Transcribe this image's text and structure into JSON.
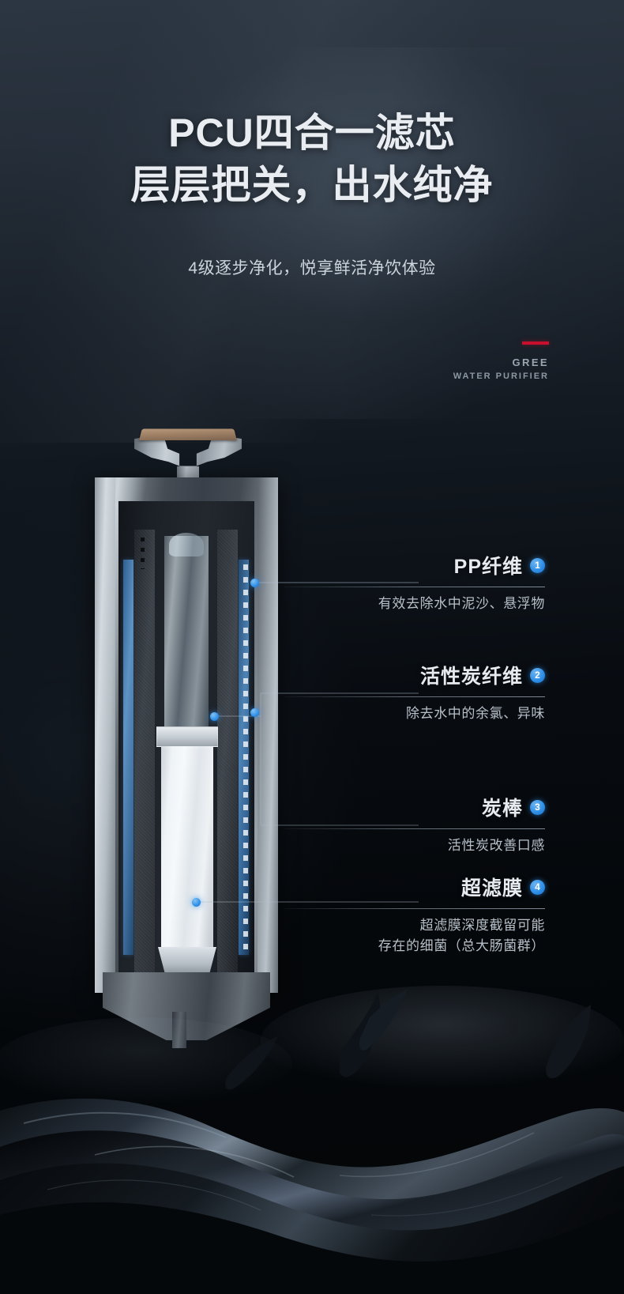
{
  "hero": {
    "title_line1": "PCU四合一滤芯",
    "title_line2": "层层把关，出水纯净",
    "subtitle": "4级逐步净化，悦享鲜活净饮体验"
  },
  "brand": {
    "name": "GREE",
    "tagline": "WATER PURIFIER",
    "accent_color": "#c8102e"
  },
  "colors": {
    "accent_blue": "#2f90e8",
    "text_primary": "#e9edf1",
    "text_secondary": "#b7c0c9",
    "background_dark": "#05070a"
  },
  "annotations": [
    {
      "index": "1",
      "title": "PP纤维",
      "description": "有效去除水中泥沙、悬浮物"
    },
    {
      "index": "2",
      "title": "活性炭纤维",
      "description": "除去水中的余氯、异味"
    },
    {
      "index": "3",
      "title": "炭棒",
      "description": "活性炭改善口感"
    },
    {
      "index": "4",
      "title": "超滤膜",
      "description_line1": "超滤膜深度截留可能",
      "description_line2": "存在的细菌（总大肠菌群）"
    }
  ]
}
